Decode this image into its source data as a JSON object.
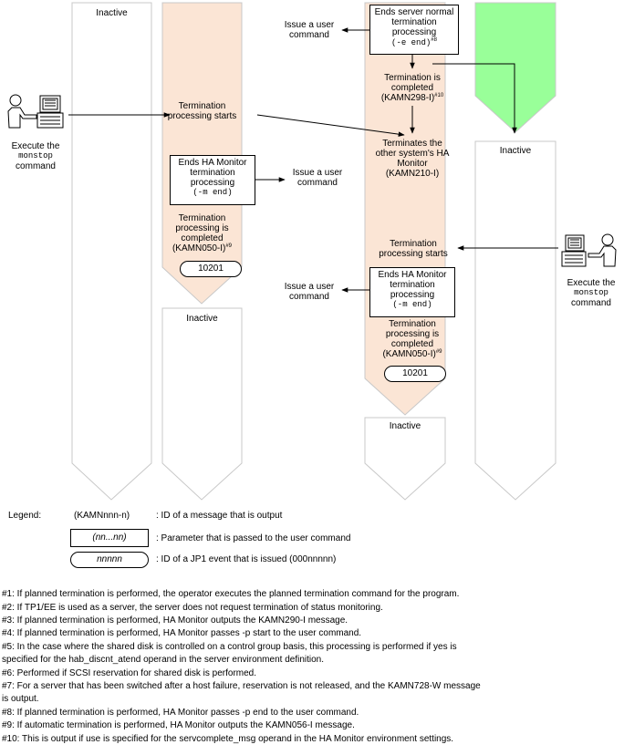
{
  "lanes": {
    "lane1_top": "Inactive",
    "lane2_bottom": "Inactive",
    "lane3_bottom": "Inactive",
    "lane4_bottom": "Inactive"
  },
  "left_operator": {
    "line1": "Execute the",
    "command": "monstop",
    "line3": "command"
  },
  "right_operator": {
    "line1": "Execute the",
    "command": "monstop",
    "line3": "command"
  },
  "lane2": {
    "termination_starts": [
      "Termination",
      "processing starts"
    ],
    "box": {
      "line1": "Ends HA Monitor",
      "line2": "termination",
      "line3": "processing",
      "param": "(-m end)"
    },
    "completed": {
      "line1": "Termination",
      "line2": "processing is",
      "line3": "completed",
      "msg": "(KAMN050-I)",
      "sup": "#9"
    },
    "event": "10201",
    "issue": [
      "Issue a user",
      "command"
    ]
  },
  "lane3": {
    "box": {
      "line1": "Ends server normal",
      "line2": "termination",
      "line3": "processing",
      "param": "(-e end)",
      "sup": "#8"
    },
    "issue_top": [
      "Issue a user",
      "command"
    ],
    "completed_top": {
      "line1": "Termination is",
      "line2": "completed",
      "msg": "(KAMN298-I)",
      "sup": "#10"
    },
    "terminates": [
      "Terminates the",
      "other system's HA",
      "Monitor",
      "(KAMN210-I)"
    ],
    "termination_starts": [
      "Termination",
      "processing starts"
    ],
    "box2": {
      "line1": "Ends HA Monitor",
      "line2": "termination",
      "line3": "processing",
      "param": "(-m end)"
    },
    "issue_mid": [
      "Issue a user",
      "command"
    ],
    "completed": {
      "line1": "Termination",
      "line2": "processing is",
      "line3": "completed",
      "msg": "(KAMN050-I)",
      "sup": "#9"
    },
    "event": "10201"
  },
  "lane4": {
    "inactive": "Inactive"
  },
  "legend": {
    "title": "Legend:",
    "msg_sample": "(KAMNnnn-n)",
    "msg_desc": ": ID of a message that is output",
    "param_sample": "(nn...nn)",
    "param_desc": ": Parameter that is passed to the user command",
    "event_sample": "nnnnn",
    "event_desc": ": ID of a JP1 event that is issued (000nnnnn)"
  },
  "notes": [
    "#1:  If planned termination is performed, the operator executes the planned termination command for the program.",
    "#2:  If TP1/EE is used as a server, the server does not request termination of status monitoring.",
    "#3:  If planned termination is performed, HA Monitor outputs the KAMN290-I message.",
    "#4:  If planned termination is performed, HA Monitor passes -p start to the user command.",
    "#5:  In the case where the shared disk is controlled on a control group basis, this processing is performed if yes is",
    "       specified for the hab_discnt_atend operand in the server environment definition.",
    "#6:  Performed if SCSI reservation for shared disk is performed.",
    "#7:  For a server that has been switched after a host failure, reservation is not released, and the KAMN728-W message",
    "       is output.",
    "#8:  If planned termination is performed, HA Monitor passes -p end to the user command.",
    "#9:  If automatic termination is performed, HA Monitor outputs the KAMN056-I message.",
    "#10: This is output if use is specified for the servcomplete_msg operand in the HA Monitor environment settings."
  ],
  "colors": {
    "active_fill": "#fbe5d5",
    "green_fill": "#99ff99",
    "lane_stroke": "#c0c0c0"
  }
}
